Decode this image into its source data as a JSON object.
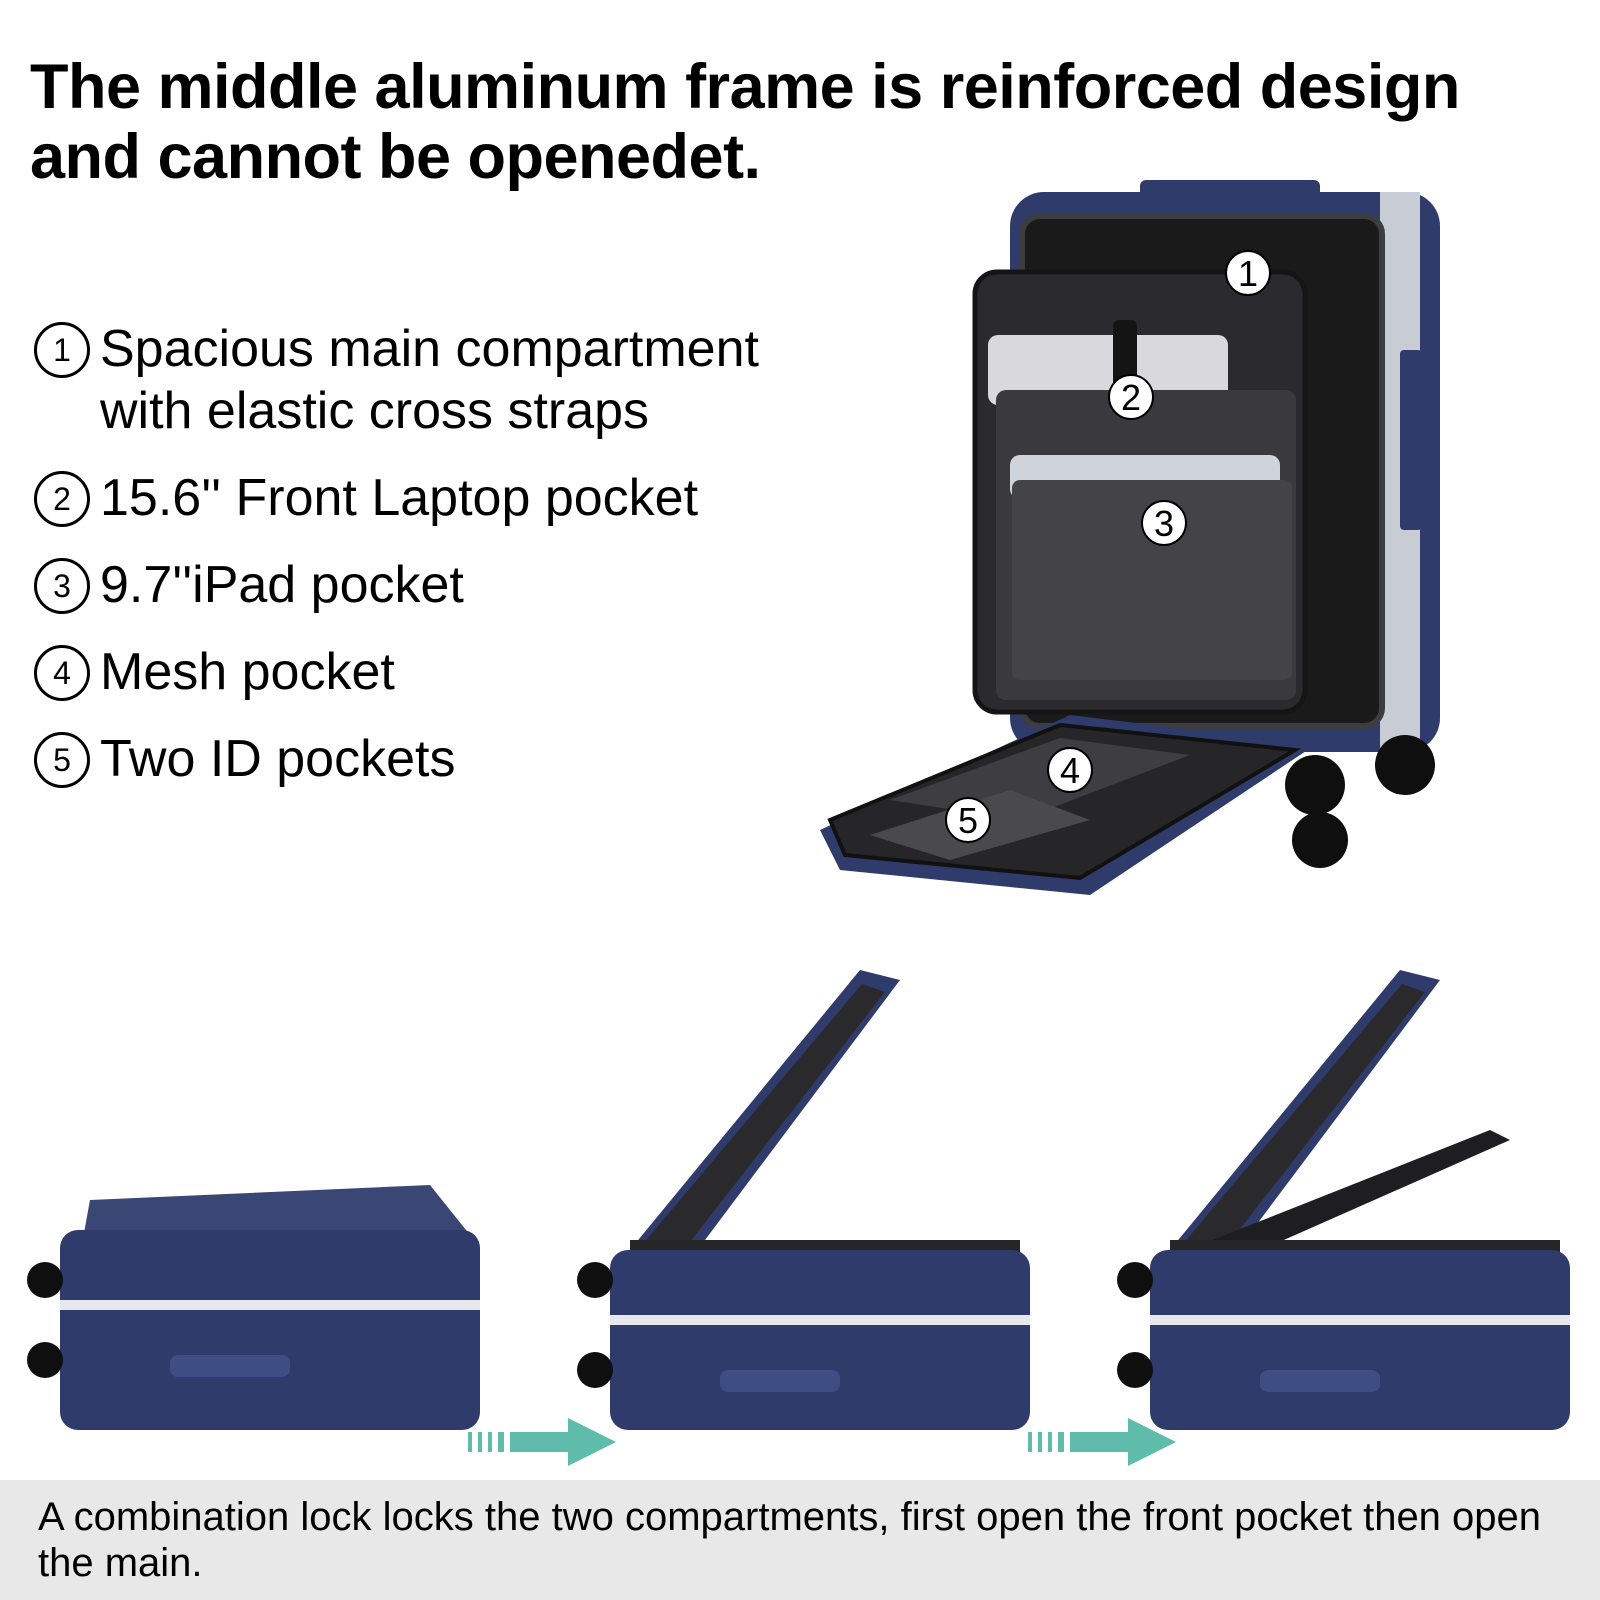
{
  "headline": "The middle aluminum frame is reinforced design and cannot be openedet.",
  "features": [
    {
      "num": "1",
      "text": "Spacious main compartment with elastic cross straps"
    },
    {
      "num": "2",
      "text": "15.6'' Front  Laptop pocket"
    },
    {
      "num": "3",
      "text": "9.7''iPad pocket"
    },
    {
      "num": "4",
      "text": "Mesh pocket"
    },
    {
      "num": "5",
      "text": "Two ID pockets"
    }
  ],
  "callouts": [
    "1",
    "2",
    "3",
    "4",
    "5"
  ],
  "caption": "A combination lock locks the two compartments, first open the front pocket then open the main.",
  "colors": {
    "shell": "#2e3b6b",
    "shell_dark": "#1e2848",
    "frame": "#c8ccd4",
    "lining": "#3a3a3c",
    "arrow": "#5fbcaa",
    "caption_bg": "#e8e8e8"
  }
}
